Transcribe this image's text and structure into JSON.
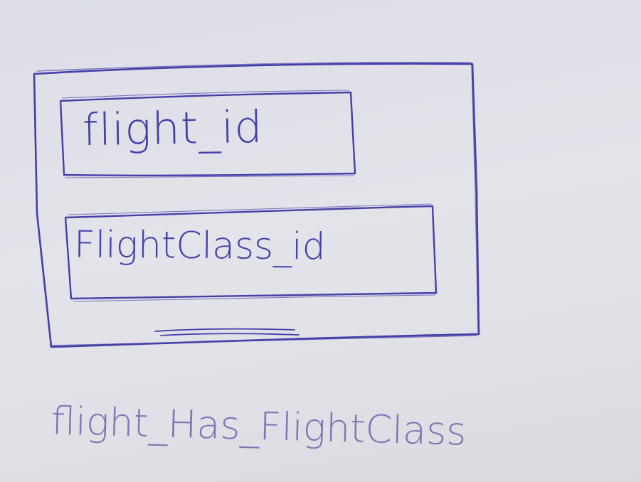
{
  "diagram": {
    "fields": [
      {
        "label": "flight_id"
      },
      {
        "label": "FlightClass_id"
      }
    ],
    "caption": "flight_Has_FlightClass"
  },
  "colors": {
    "ink": "#4340a8",
    "caption_ink": "#7a77b4",
    "paper": "#e1e1e8"
  }
}
